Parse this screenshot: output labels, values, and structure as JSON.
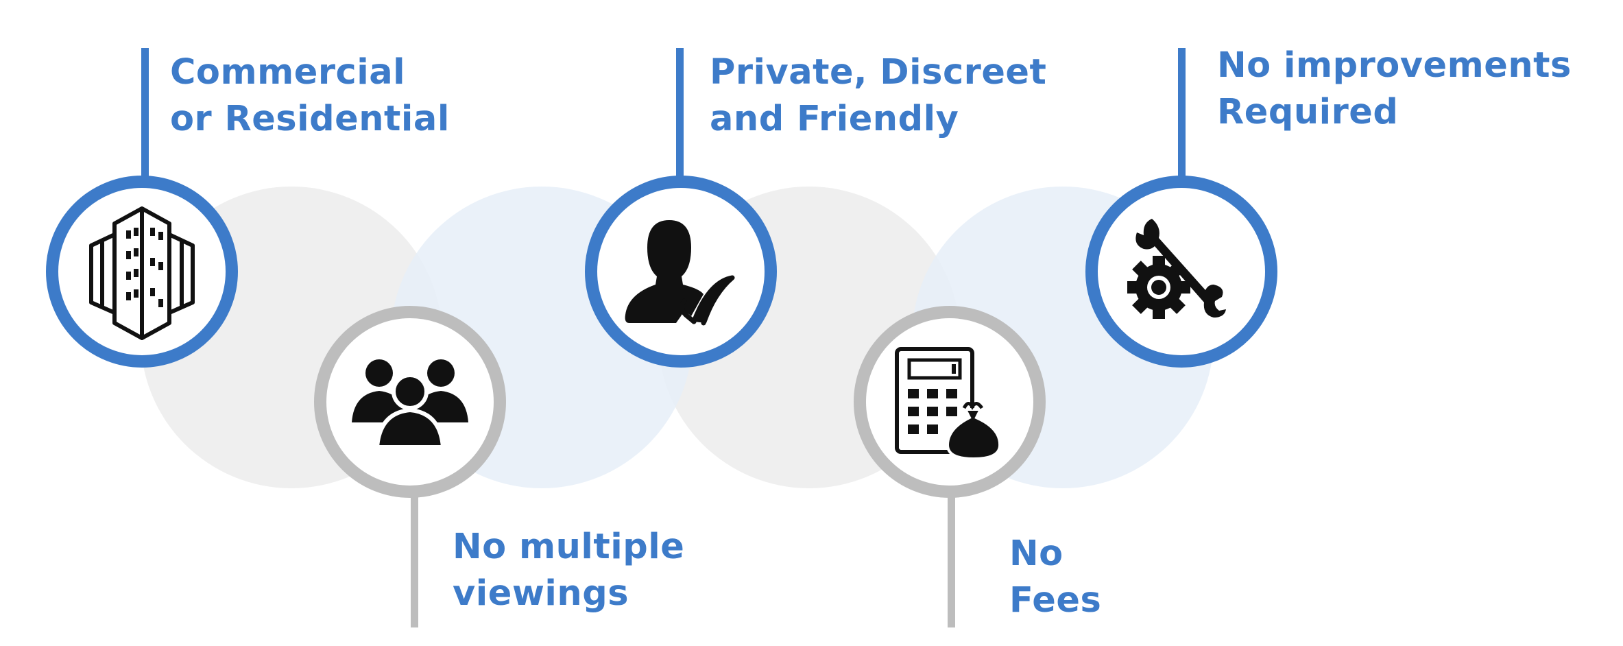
{
  "accent_blue": "#3d7bc9",
  "accent_gray": "#bdbdbd",
  "items": [
    {
      "line1": "Commercial",
      "line2": "or Residential",
      "icon": "building-icon",
      "ring": "blue"
    },
    {
      "line1": "No multiple",
      "line2": "viewings",
      "icon": "people-group-icon",
      "ring": "gray"
    },
    {
      "line1": "Private, Discreet",
      "line2": "and Friendly",
      "icon": "user-check-icon",
      "ring": "blue"
    },
    {
      "line1": "No",
      "line2": "Fees",
      "icon": "calculator-money-icon",
      "ring": "gray"
    },
    {
      "line1": "No improvements",
      "line2": "Required",
      "icon": "wrench-gear-icon",
      "ring": "blue"
    }
  ]
}
